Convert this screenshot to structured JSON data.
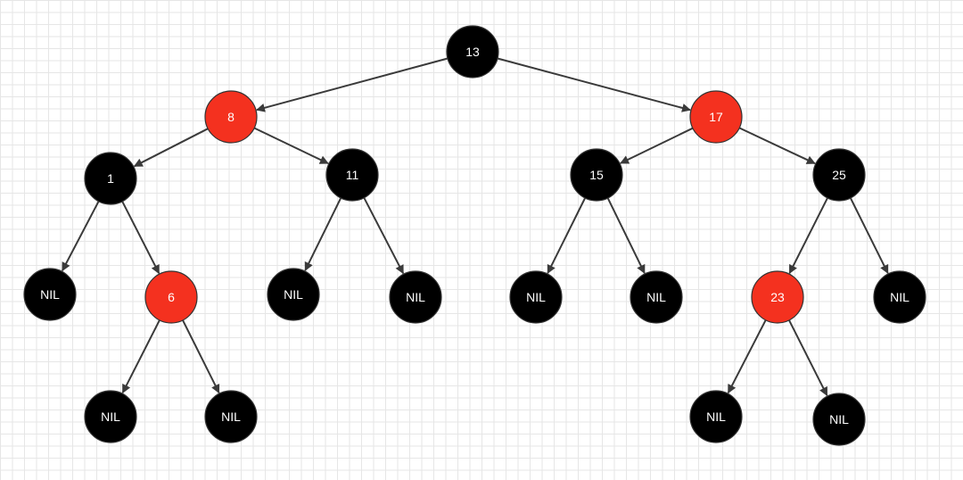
{
  "colors": {
    "black_node": "#000000",
    "red_node": "#f4311f",
    "edge": "#3a3a3a",
    "label": "#ffffff",
    "grid": "#e6e6e6"
  },
  "nodes": [
    {
      "id": "n13",
      "label": "13",
      "color": "black",
      "depth": 0
    },
    {
      "id": "n8",
      "label": "8",
      "color": "red",
      "depth": 1
    },
    {
      "id": "n17",
      "label": "17",
      "color": "red",
      "depth": 1
    },
    {
      "id": "n1",
      "label": "1",
      "color": "black",
      "depth": 2
    },
    {
      "id": "n11",
      "label": "11",
      "color": "black",
      "depth": 2
    },
    {
      "id": "n15",
      "label": "15",
      "color": "black",
      "depth": 2
    },
    {
      "id": "n25",
      "label": "25",
      "color": "black",
      "depth": 2
    },
    {
      "id": "nil1",
      "label": "NIL",
      "color": "black",
      "depth": 3
    },
    {
      "id": "n6",
      "label": "6",
      "color": "red",
      "depth": 3
    },
    {
      "id": "nil2",
      "label": "NIL",
      "color": "black",
      "depth": 3
    },
    {
      "id": "nil3",
      "label": "NIL",
      "color": "black",
      "depth": 3
    },
    {
      "id": "nil4",
      "label": "NIL",
      "color": "black",
      "depth": 3
    },
    {
      "id": "nil5",
      "label": "NIL",
      "color": "black",
      "depth": 3
    },
    {
      "id": "n23",
      "label": "23",
      "color": "red",
      "depth": 3
    },
    {
      "id": "nil6",
      "label": "NIL",
      "color": "black",
      "depth": 3
    },
    {
      "id": "nil7",
      "label": "NIL",
      "color": "black",
      "depth": 4
    },
    {
      "id": "nil8",
      "label": "NIL",
      "color": "black",
      "depth": 4
    },
    {
      "id": "nil9",
      "label": "NIL",
      "color": "black",
      "depth": 4
    },
    {
      "id": "nil10",
      "label": "NIL",
      "color": "black",
      "depth": 4
    }
  ],
  "edges": [
    {
      "from": "n13",
      "to": "n8"
    },
    {
      "from": "n13",
      "to": "n17"
    },
    {
      "from": "n8",
      "to": "n1"
    },
    {
      "from": "n8",
      "to": "n11"
    },
    {
      "from": "n17",
      "to": "n15"
    },
    {
      "from": "n17",
      "to": "n25"
    },
    {
      "from": "n1",
      "to": "nil1"
    },
    {
      "from": "n1",
      "to": "n6"
    },
    {
      "from": "n11",
      "to": "nil2"
    },
    {
      "from": "n11",
      "to": "nil3"
    },
    {
      "from": "n15",
      "to": "nil4"
    },
    {
      "from": "n15",
      "to": "nil5"
    },
    {
      "from": "n25",
      "to": "n23"
    },
    {
      "from": "n25",
      "to": "nil6"
    },
    {
      "from": "n6",
      "to": "nil7"
    },
    {
      "from": "n6",
      "to": "nil8"
    },
    {
      "from": "n23",
      "to": "nil9"
    },
    {
      "from": "n23",
      "to": "nil10"
    }
  ]
}
